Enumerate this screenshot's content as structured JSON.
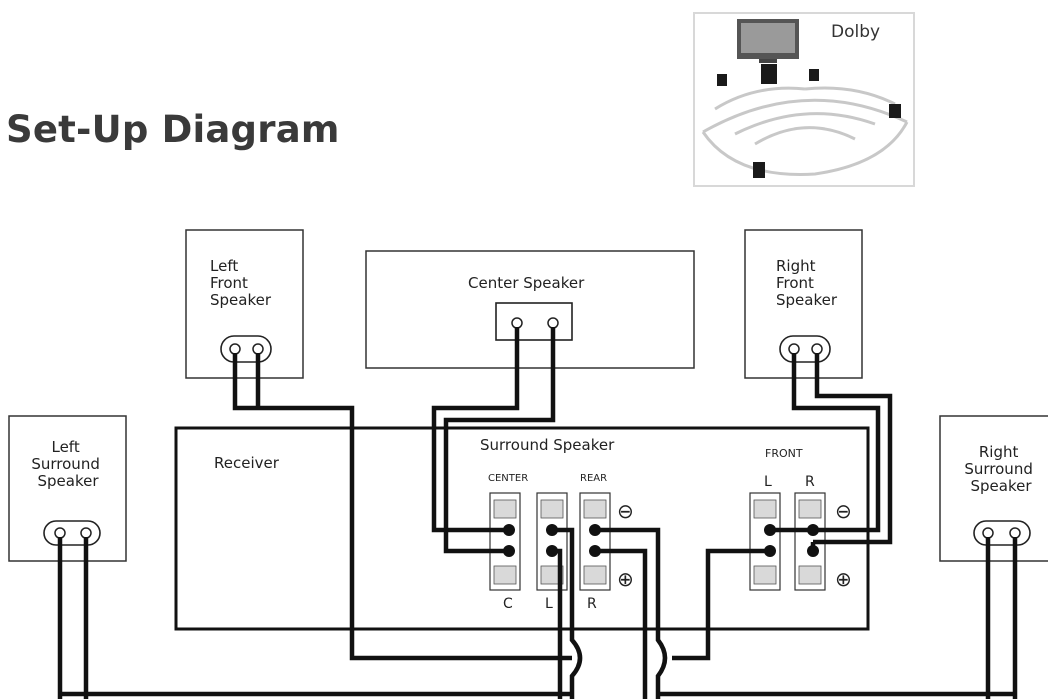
{
  "title": "Set-Up Diagram",
  "thumbnail": {
    "label": "Dolby"
  },
  "receiver": {
    "label": "Receiver",
    "surround_label": "Surround Speaker",
    "center_header": "CENTER",
    "rear_header": "REAR",
    "front_header": "FRONT",
    "front_l": "L",
    "front_r": "R",
    "bottom_c": "C",
    "bottom_l": "L",
    "bottom_r": "R",
    "minus_symbol": "⊖",
    "plus_symbol": "⊕"
  },
  "speakers": {
    "left_front": [
      "Left",
      "Front",
      "Speaker"
    ],
    "center": "Center Speaker",
    "right_front": [
      "Right",
      "Front",
      "Speaker"
    ],
    "left_surround": [
      "Left",
      "Surround",
      "Speaker"
    ],
    "right_surround": [
      "Right",
      "Surround",
      "Speaker"
    ]
  },
  "colors": {
    "wire": "#111111",
    "line": "#333333",
    "terminal_fill": "#d9d9d9"
  }
}
